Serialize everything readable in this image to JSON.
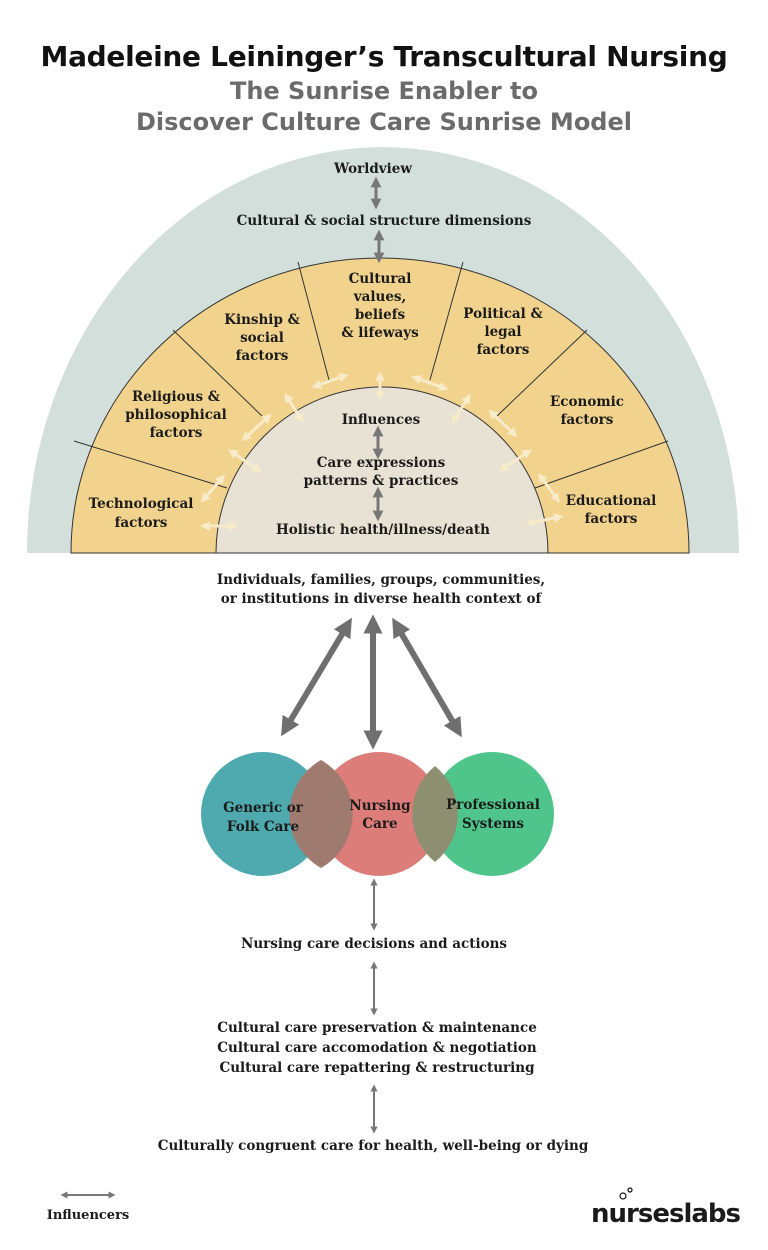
{
  "title": "Madeleine Leininger’s Transcultural Nursing",
  "subtitle_line1": "The Sunrise Enabler to",
  "subtitle_line2": "Discover Culture Care Sunrise Model",
  "outer": {
    "worldview": "Worldview",
    "dimensions": "Cultural & social structure dimensions"
  },
  "factors": {
    "technological": [
      "Technological",
      "factors"
    ],
    "religious": [
      "Religious &",
      "philosophical",
      "factors"
    ],
    "kinship": [
      "Kinship &",
      "social",
      "factors"
    ],
    "cultural": [
      "Cultural",
      "values,",
      "beliefs",
      "& lifeways"
    ],
    "political": [
      "Political &",
      "legal",
      "factors"
    ],
    "economic": [
      "Economic",
      "factors"
    ],
    "educational": [
      "Educational",
      "factors"
    ]
  },
  "inner": {
    "influences": "Influences",
    "care_expressions": [
      "Care expressions",
      "patterns & practices"
    ],
    "holistic": "Holistic health/illness/death"
  },
  "context": [
    "Individuals, families, groups, communities,",
    "or institutions in diverse health context of"
  ],
  "circles": {
    "generic": [
      "Generic or",
      "Folk Care"
    ],
    "nursing": [
      "Nursing",
      "Care"
    ],
    "professional": [
      "Professional",
      "Systems"
    ]
  },
  "decisions": "Nursing care decisions and actions",
  "modes": [
    "Cultural care preservation & maintenance",
    "Cultural care accomodation & negotiation",
    "Cultural care repattering & restructuring"
  ],
  "outcome": "Culturally congruent care for health, well-being or dying",
  "legend": "Influencers",
  "logo": "nurseslabs",
  "colors": {
    "outer_arc": "#d3dfda",
    "factor_band": "#f1d38e",
    "inner_arc": "#e7e2d3",
    "arrow_gray": "#777777",
    "arrow_light": "#f8ebca",
    "generic_circle": "#4eaaae",
    "nursing_circle": "#dd7d79",
    "professional_circle": "#50c58b",
    "overlap": "#9e7a6f"
  }
}
